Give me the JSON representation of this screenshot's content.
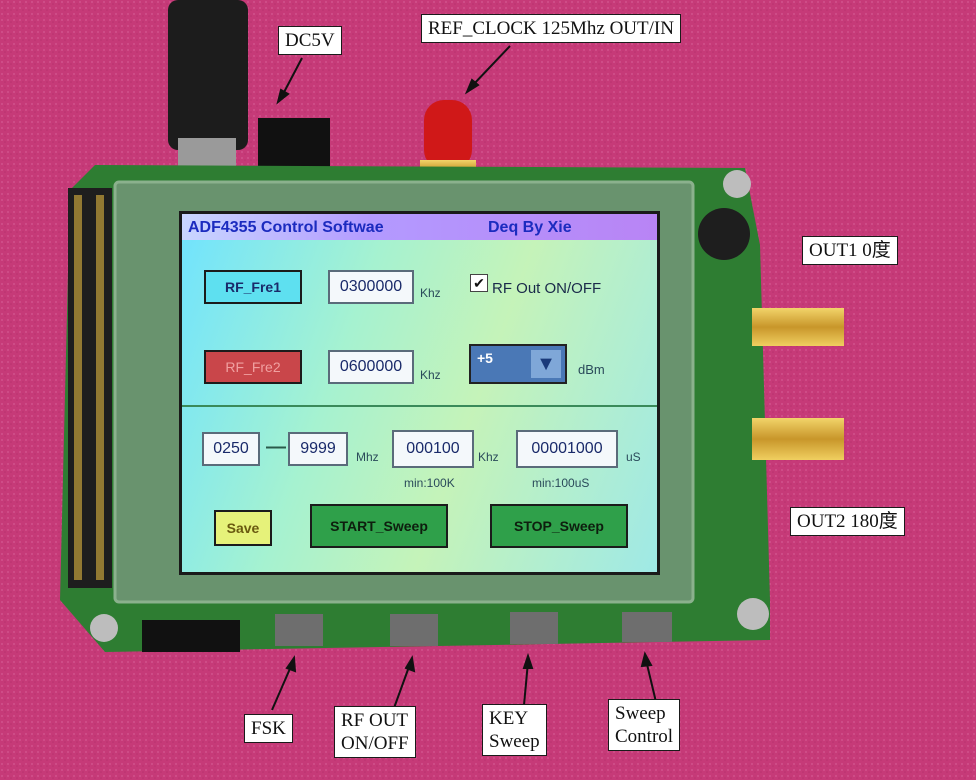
{
  "callouts": {
    "dc5v": "DC5V",
    "ref_clock": "REF_CLOCK 125Mhz OUT/IN",
    "out1": "OUT1 0度",
    "out2": "OUT2 180度",
    "fsk": "FSK",
    "rf_out": "RF OUT\nON/OFF",
    "key_sweep": "KEY\nSweep",
    "sweep_control": "Sweep\nControl"
  },
  "screen": {
    "title_left": "ADF4355  Control  Softwae",
    "title_right": "Deq By Xie",
    "rf_fre1_button": "RF_Fre1",
    "rf_fre1_value": "0300000",
    "rf_fre1_unit": "Khz",
    "rf_out_checkbox_label": "RF Out ON/OFF",
    "rf_out_checked": true,
    "rf_fre2_button": "RF_Fre2",
    "rf_fre2_value": "0600000",
    "rf_fre2_unit": "Khz",
    "power_value": "+5",
    "power_unit": "dBm",
    "sweep_start": "0250",
    "sweep_dash": "—",
    "sweep_end": "9999",
    "sweep_range_unit": "Mhz",
    "sweep_step": "000100",
    "sweep_step_unit": "Khz",
    "sweep_step_min": "min:100K",
    "sweep_time": "00001000",
    "sweep_time_unit": "uS",
    "sweep_time_min": "min:100uS",
    "save_button": "Save",
    "start_button": "START_Sweep",
    "stop_button": "STOP_Sweep"
  },
  "colors": {
    "background": "#c63a78",
    "pcb": "#2e7d32",
    "rf_fre1_button": "#5ee0f0",
    "rf_fre2_button": "#c9464a",
    "save_button": "#e6f27a",
    "sweep_buttons": "#2fa04a"
  }
}
